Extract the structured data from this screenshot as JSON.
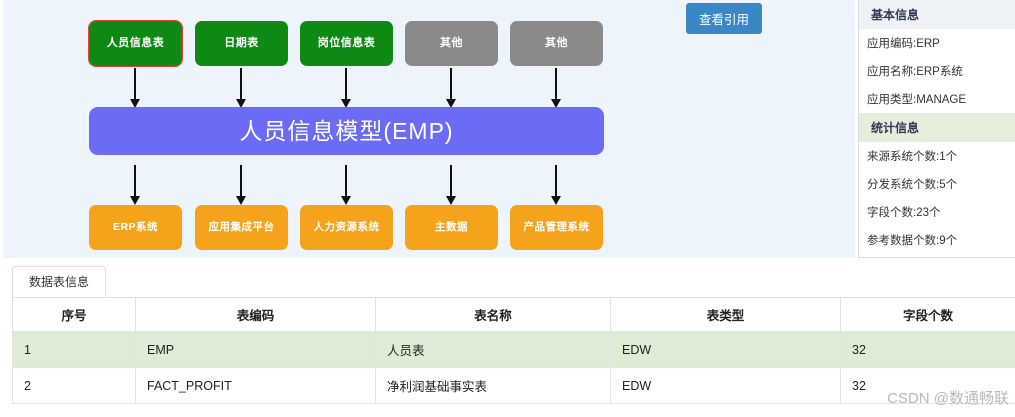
{
  "diagram": {
    "sources": [
      {
        "label": "人员信息表",
        "type": "source",
        "selected": true
      },
      {
        "label": "日期表",
        "type": "source",
        "selected": false
      },
      {
        "label": "岗位信息表",
        "type": "source",
        "selected": false
      },
      {
        "label": "其他",
        "type": "other",
        "selected": false
      },
      {
        "label": "其他",
        "type": "other",
        "selected": false
      }
    ],
    "model": {
      "label": "人员信息模型(EMP)"
    },
    "targets": [
      {
        "label": "ERP系统"
      },
      {
        "label": "应用集成平台"
      },
      {
        "label": "人力资源系统"
      },
      {
        "label": "主数据"
      },
      {
        "label": "产品管理系统"
      }
    ],
    "colors": {
      "source": "#0e8a14",
      "other": "#8a8a8a",
      "model": "#6b6bf5",
      "target": "#f5a31a",
      "selected_outline": "#e2453a",
      "panel_bg": "#eef4fb"
    }
  },
  "toolbar": {
    "view_reference_label": "查看引用",
    "accent": "#3a87c8"
  },
  "sidebar": {
    "basic": {
      "title": "基本信息",
      "rows": [
        "应用编码:ERP",
        "应用名称:ERP系统",
        "应用类型:MANAGE"
      ]
    },
    "stats": {
      "title": "统计信息",
      "rows": [
        "来源系统个数:1个",
        "分发系统个数:5个",
        "字段个数:23个",
        "参考数据个数:9个"
      ]
    }
  },
  "tabs": [
    {
      "label": "数据表信息",
      "active": true
    }
  ],
  "table": {
    "headers": [
      "序号",
      "表编码",
      "表名称",
      "表类型",
      "字段个数"
    ],
    "rows": [
      {
        "cells": [
          "1",
          "EMP",
          "人员表",
          "EDW",
          "32"
        ],
        "highlighted": true
      },
      {
        "cells": [
          "2",
          "FACT_PROFIT",
          "净利润基础事实表",
          "EDW",
          "32"
        ],
        "highlighted": false
      }
    ]
  },
  "watermark": {
    "text": "CSDN @数通畅联"
  }
}
